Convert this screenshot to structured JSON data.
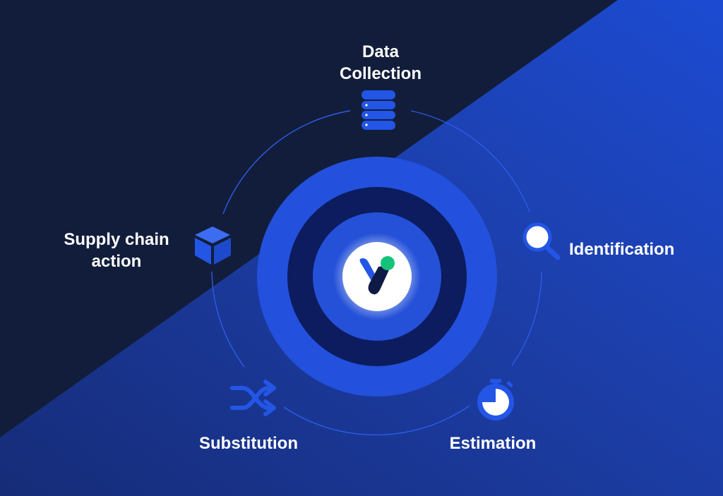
{
  "colors": {
    "background_dark": "#121d3b",
    "background_blue": "#1a45c9",
    "accent_blue": "#2356e6",
    "ring_outer": "#2350dc",
    "ring_middle": "#0c1c5e",
    "ring_inner": "#2451d8",
    "logo_green": "#14c27a",
    "logo_navy": "#0d1a45",
    "orbit_line": "#2e5be8"
  },
  "stages": [
    {
      "id": "data-collection",
      "label": "Data\nCollection",
      "icon": "database-icon"
    },
    {
      "id": "identification",
      "label": "Identification",
      "icon": "magnifier-icon"
    },
    {
      "id": "estimation",
      "label": "Estimation",
      "icon": "stopwatch-icon"
    },
    {
      "id": "substitution",
      "label": "Substitution",
      "icon": "shuffle-icon"
    },
    {
      "id": "supply-chain-action",
      "label": "Supply chain\naction",
      "icon": "cube-icon"
    }
  ],
  "center": {
    "icon": "brand-logo-icon"
  }
}
